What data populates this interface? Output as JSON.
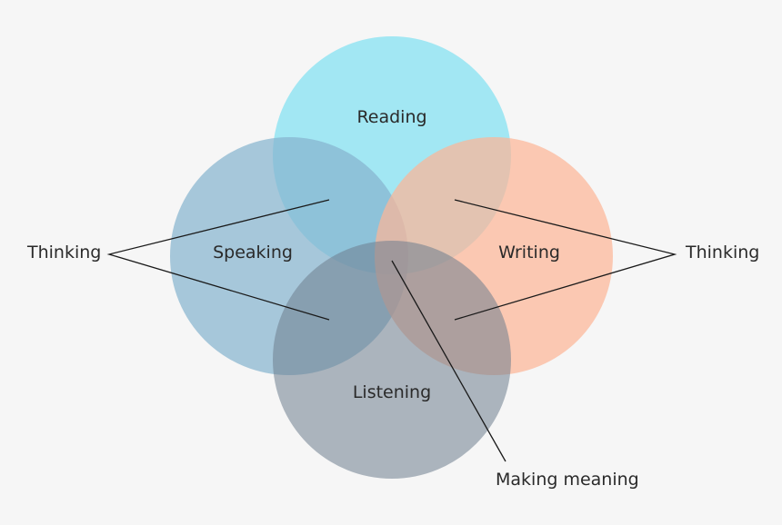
{
  "diagram": {
    "circles": [
      {
        "name": "reading",
        "label": "Reading",
        "color": "#8fe3f1"
      },
      {
        "name": "speaking",
        "label": "Speaking",
        "color": "#86b4cf"
      },
      {
        "name": "writing",
        "label": "Writing",
        "color": "#fcb597"
      },
      {
        "name": "listening",
        "label": "Listening",
        "color": "#6d7d8e"
      }
    ],
    "annotations": {
      "thinking_left": "Thinking",
      "thinking_right": "Thinking",
      "making_meaning": "Making meaning"
    },
    "background": "#f6f6f6"
  }
}
